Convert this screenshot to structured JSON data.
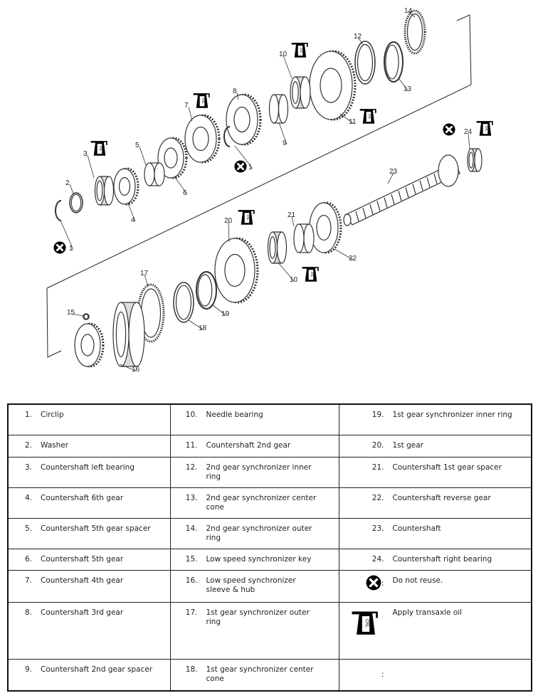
{
  "diagram": {
    "callouts": [
      "14",
      "12",
      "13",
      "10",
      "11",
      "8",
      "7",
      "9",
      "1",
      "5",
      "3",
      "2",
      "6",
      "4",
      "1",
      "24",
      "23",
      "21",
      "22",
      "20",
      "10",
      "17",
      "19",
      "18",
      "15",
      "16"
    ],
    "oil_label": "OIL"
  },
  "legend_table": {
    "rows": [
      [
        {
          "num": "1.",
          "text": "Circlip"
        },
        {
          "num": "10.",
          "text": "Needle bearing"
        },
        {
          "num": "19.",
          "text": "1st gear synchronizer inner ring"
        }
      ],
      [
        {
          "num": "2.",
          "text": "Washer"
        },
        {
          "num": "11.",
          "text": "Countershaft 2nd gear"
        },
        {
          "num": "20.",
          "text": "1st gear"
        }
      ],
      [
        {
          "num": "3.",
          "text": "Countershaft left bearing"
        },
        {
          "num": "12.",
          "text": "2nd gear synchronizer inner ring"
        },
        {
          "num": "21.",
          "text": "Countershaft 1st gear spacer"
        }
      ],
      [
        {
          "num": "4.",
          "text": "Countershaft 6th gear"
        },
        {
          "num": "13.",
          "text": "2nd gear synchronizer center cone"
        },
        {
          "num": "22.",
          "text": "Countershaft reverse gear"
        }
      ],
      [
        {
          "num": "5.",
          "text": "Countershaft 5th gear spacer"
        },
        {
          "num": "14.",
          "text": "2nd gear synchronizer outer ring"
        },
        {
          "num": "23.",
          "text": "Countershaft"
        }
      ],
      [
        {
          "num": "6.",
          "text": "Countershaft 5th gear"
        },
        {
          "num": "15.",
          "text": "Low speed synchronizer key"
        },
        {
          "num": "24.",
          "text": "Countershaft right bearing"
        }
      ],
      [
        {
          "num": "7.",
          "text": "Countershaft 4th gear"
        },
        {
          "num": "16.",
          "text": "Low speed synchronizer sleeve & hub"
        },
        {
          "icon": "do-not-reuse-icon",
          "suffix": ":",
          "text": "Do not reuse."
        }
      ],
      [
        {
          "num": "8.",
          "text": "Countershaft 3rd gear"
        },
        {
          "num": "17.",
          "text": "1st gear synchronizer outer ring"
        },
        {
          "icon": "oil-can-icon",
          "suffix": ":",
          "text": "Apply transaxle oil"
        }
      ],
      [
        {
          "num": "9.",
          "text": "Countershaft 2nd gear spacer"
        },
        {
          "num": "18.",
          "text": "1st gear synchronizer center cone"
        },
        {}
      ]
    ]
  }
}
